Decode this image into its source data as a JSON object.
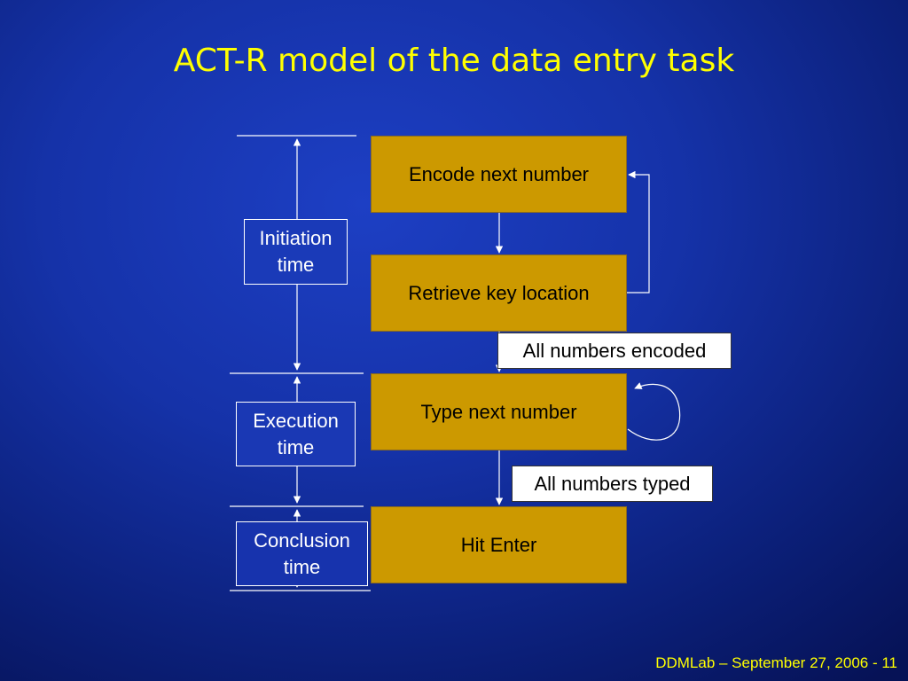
{
  "title": "ACT-R model of the data entry task",
  "process_steps": [
    "Encode next number",
    "Retrieve key location",
    "Type next number",
    "Hit Enter"
  ],
  "conditions": [
    "All numbers encoded",
    "All numbers typed"
  ],
  "phases": [
    {
      "line1": "Initiation",
      "line2": "time"
    },
    {
      "line1": "Execution",
      "line2": "time"
    },
    {
      "line1": "Conclusion",
      "line2": "time"
    }
  ],
  "footer": "DDMLab – September 27, 2006 - 11",
  "colors": {
    "title": "#ffff00",
    "box_fill": "#cc9900",
    "line": "#ffffff",
    "background": "#1532a8"
  }
}
